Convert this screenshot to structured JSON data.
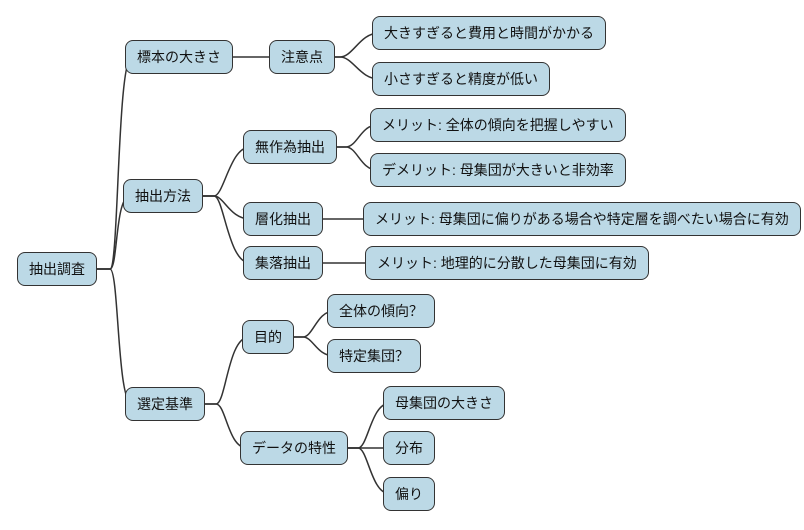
{
  "diagram": {
    "type": "mindmap",
    "orientation": "left-to-right",
    "colors": {
      "node_fill": "#bcd9e6",
      "node_border": "#333333",
      "edge": "#333333",
      "text": "#111111",
      "background": "#ffffff"
    },
    "tree": {
      "label": "抽出調査",
      "children": [
        {
          "label": "標本の大きさ",
          "children": [
            {
              "label": "注意点",
              "children": [
                {
                  "label": "大きすぎると費用と時間がかかる"
                },
                {
                  "label": "小さすぎると精度が低い"
                }
              ]
            }
          ]
        },
        {
          "label": "抽出方法",
          "children": [
            {
              "label": "無作為抽出",
              "children": [
                {
                  "label": "メリット: 全体の傾向を把握しやすい"
                },
                {
                  "label": "デメリット: 母集団が大きいと非効率"
                }
              ]
            },
            {
              "label": "層化抽出",
              "children": [
                {
                  "label": "メリット: 母集団に偏りがある場合や特定層を調べたい場合に有効"
                }
              ]
            },
            {
              "label": "集落抽出",
              "children": [
                {
                  "label": "メリット: 地理的に分散した母集団に有効"
                }
              ]
            }
          ]
        },
        {
          "label": "選定基準",
          "children": [
            {
              "label": "目的",
              "children": [
                {
                  "label": "全体の傾向？"
                },
                {
                  "label": "特定集団？"
                }
              ]
            },
            {
              "label": "データの特性",
              "children": [
                {
                  "label": "母集団の大きさ"
                },
                {
                  "label": "分布"
                },
                {
                  "label": "偏り"
                }
              ]
            }
          ]
        }
      ]
    }
  }
}
